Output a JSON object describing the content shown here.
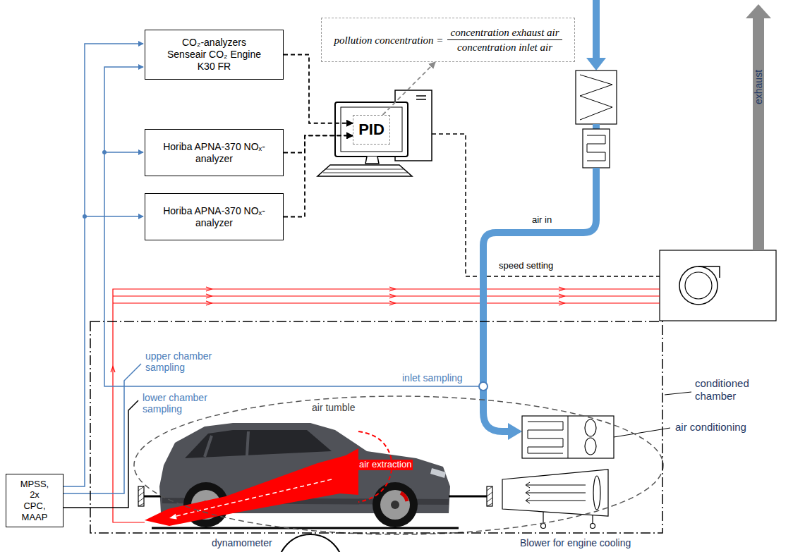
{
  "diagram": {
    "nodes": [
      {
        "text": [
          "CO₂-analyzers Senseair CO₂ Engine K30 FR"
        ]
      },
      {
        "text": [
          "Horiba APNA-370 NOₓ-analyzer"
        ]
      },
      {
        "text": [
          "Horiba APNA-370 NOₓ-analyzer"
        ]
      },
      {
        "text": [
          "PID"
        ]
      },
      {
        "text": [
          "pollution concentration =",
          "concentration exhaust air",
          "concentration inlet air"
        ]
      },
      {
        "text": [
          "MPSS, 2x CPC, MAAP"
        ]
      },
      {
        "text": [
          "conditioned chamber"
        ]
      }
    ],
    "edges": [
      {
        "from": 0,
        "to": 3,
        "arrow": "to"
      },
      {
        "from": 1,
        "to": 3,
        "arrow": "to"
      },
      {
        "from": 2,
        "to": 3,
        "arrow": "to"
      },
      {
        "from": 3,
        "to": 4,
        "arrow": "to"
      }
    ],
    "labels": [
      "air in",
      "speed setting",
      "exhaust",
      "inlet sampling",
      "upper chamber sampling",
      "lower chamber sampling",
      "air tumble",
      "air extraction",
      "air conditioning",
      "dynamometer",
      "Blower for engine cooling"
    ]
  }
}
